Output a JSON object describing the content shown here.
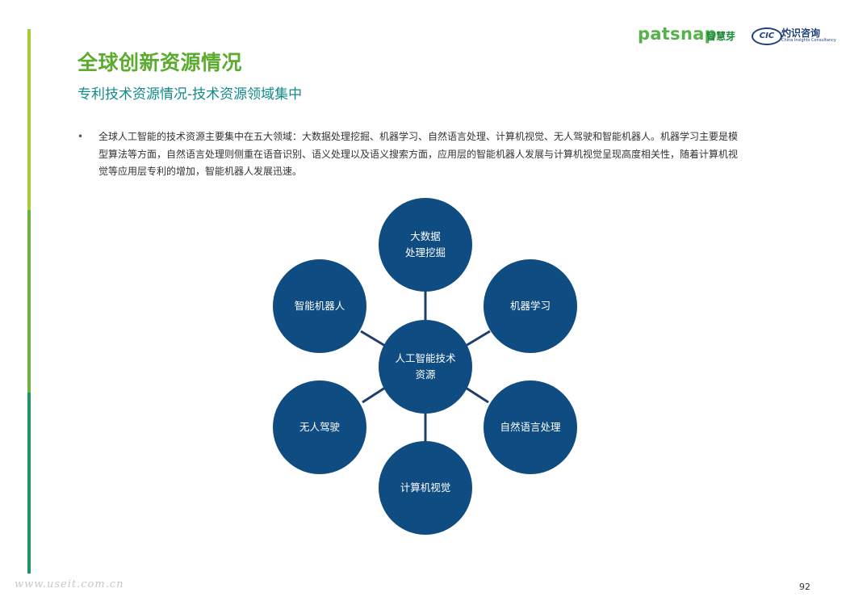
{
  "header": {
    "title": "全球创新资源情况",
    "subtitle": "专利技术资源情况-技术资源领域集中"
  },
  "logos": {
    "patsnap": "patsnap",
    "patsnap_cn": "智慧芽",
    "cic_mark": "CIC",
    "cic_cn": "灼识咨询",
    "cic_en": "China Insights Consultancy"
  },
  "body": {
    "bullet": "•",
    "text": "全球人工智能的技术资源主要集中在五大领域：大数据处理挖掘、机器学习、自然语言处理、计算机视觉、无人驾驶和智能机器人。机器学习主要是模型算法等方面，自然语言处理则侧重在语音识别、语义处理以及语义搜索方面，应用层的智能机器人发展与计算机视觉呈现高度相关性，随着计算机视觉等应用层专利的增加，智能机器人发展迅速。"
  },
  "diagram": {
    "center": {
      "line1": "人工智能技术",
      "line2": "资源"
    },
    "nodes": {
      "top": {
        "line1": "大数据",
        "line2": "处理挖掘"
      },
      "upper_right": {
        "line1": "机器学习"
      },
      "lower_right": {
        "line1": "自然语言处理"
      },
      "bottom": {
        "line1": "计算机视觉"
      },
      "lower_left": {
        "line1": "无人驾驶"
      },
      "upper_left": {
        "line1": "智能机器人"
      }
    },
    "node_color": "#0f4c81",
    "connector_color": "#1f3f6a"
  },
  "footer": {
    "watermark": "www.useit.com.cn",
    "page_number": "92"
  },
  "colors": {
    "title_green": "#5aab2e",
    "subtitle_teal": "#128a8a",
    "bar_light": "#a8c93a",
    "bar_mid": "#6cb33f",
    "bar_dark": "#1e9461"
  }
}
